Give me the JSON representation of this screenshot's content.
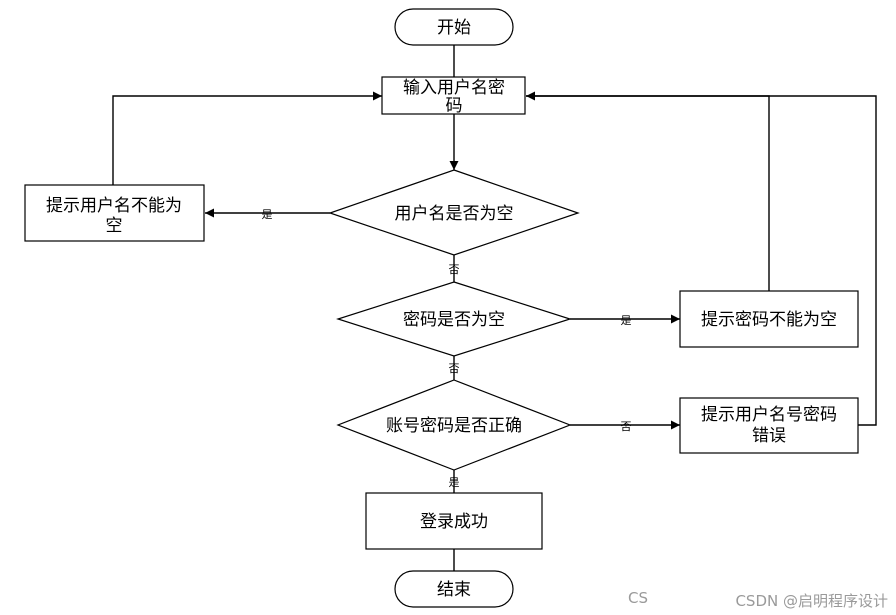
{
  "nodes": {
    "start": "开始",
    "input_line1": "输入用户名密",
    "input_line2": "码",
    "check_username": "用户名是否为空",
    "warn_username_line1": "提示用户名不能为",
    "warn_username_line2": "空",
    "check_password": "密码是否为空",
    "warn_password": "提示密码不能为空",
    "check_credentials": "账号密码是否正确",
    "warn_wrong_line1": "提示用户名号密码",
    "warn_wrong_line2": "错误",
    "login_success": "登录成功",
    "end": "结束"
  },
  "edges": {
    "username_empty_yes": "是",
    "username_empty_no": "否",
    "password_empty_yes": "是",
    "password_empty_no": "否",
    "credentials_wrong": "否",
    "credentials_correct": "是"
  },
  "watermark": {
    "left": "CS",
    "right": "CSDN @启明程序设计"
  }
}
